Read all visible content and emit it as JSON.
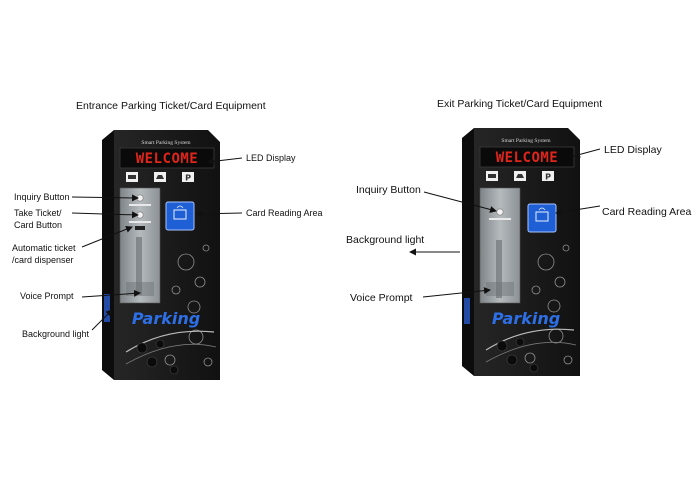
{
  "entrance": {
    "title": "Entrance Parking Ticket/Card Equipment",
    "header_text": "Smart Parking System",
    "led_text": "WELCOME",
    "brand": "Parking",
    "labels": {
      "inquiry_button": "Inquiry Button",
      "take_ticket_1": "Take Ticket/",
      "take_ticket_2": "Card Button",
      "dispenser_1": "Automatic ticket",
      "dispenser_2": "/card dispenser",
      "voice_prompt": "Voice Prompt",
      "background_light": "Background light",
      "led_display": "LED Display",
      "card_reading_area": "Card Reading Area"
    }
  },
  "exit": {
    "title": "Exit Parking Ticket/Card Equipment",
    "header_text": "Smart Parking System",
    "led_text": "WELCOME",
    "brand": "Parking",
    "labels": {
      "led_display": "LED Display",
      "inquiry_button": "Inquiry Button",
      "card_reading_area": "Card Reading Area",
      "background_light": "Background light",
      "voice_prompt": "Voice Prompt"
    }
  },
  "colors": {
    "body_dark": "#1c1c1c",
    "side_dark": "#0d0d0d",
    "led_red": "#e0251b",
    "panel_grey": "#9aa0a4",
    "reader_blue": "#1f5fd6",
    "brand_blue": "#2c6fe6",
    "accent_blue": "#3b78e7"
  },
  "icons": [
    "ticket-icon",
    "car-icon",
    "parking-icon",
    "card-reader-icon",
    "arrow-icon"
  ]
}
